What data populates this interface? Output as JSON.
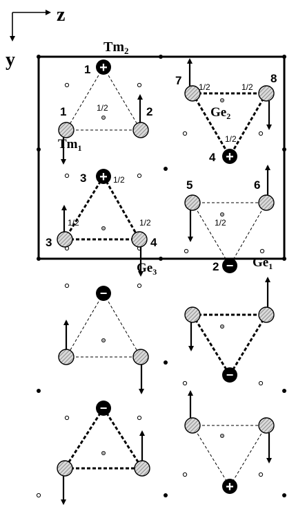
{
  "axes": {
    "z": "z",
    "y": "y"
  },
  "labels": {
    "tm2": {
      "base": "Tm",
      "sub": "2"
    },
    "tm1": {
      "base": "Tm",
      "sub": "1"
    },
    "ge1": {
      "base": "Ge",
      "sub": "1"
    },
    "ge2": {
      "base": "Ge",
      "sub": "2"
    },
    "ge3": {
      "base": "Ge",
      "sub": "3"
    }
  },
  "atom_numbers": {
    "n1a": "1",
    "n1b": "1",
    "n2a": "2",
    "n2b": "2",
    "n3a": "3",
    "n3b": "3",
    "n4a": "4",
    "n4b": "4",
    "n5": "5",
    "n6": "6",
    "n7": "7",
    "n8": "8"
  },
  "half": "1/2",
  "signs": {
    "plus": "+",
    "minus": "−"
  },
  "colors": {
    "line": "#000000",
    "hatch": "#8a8a8a",
    "atom_fill": "#d2d2d2"
  }
}
